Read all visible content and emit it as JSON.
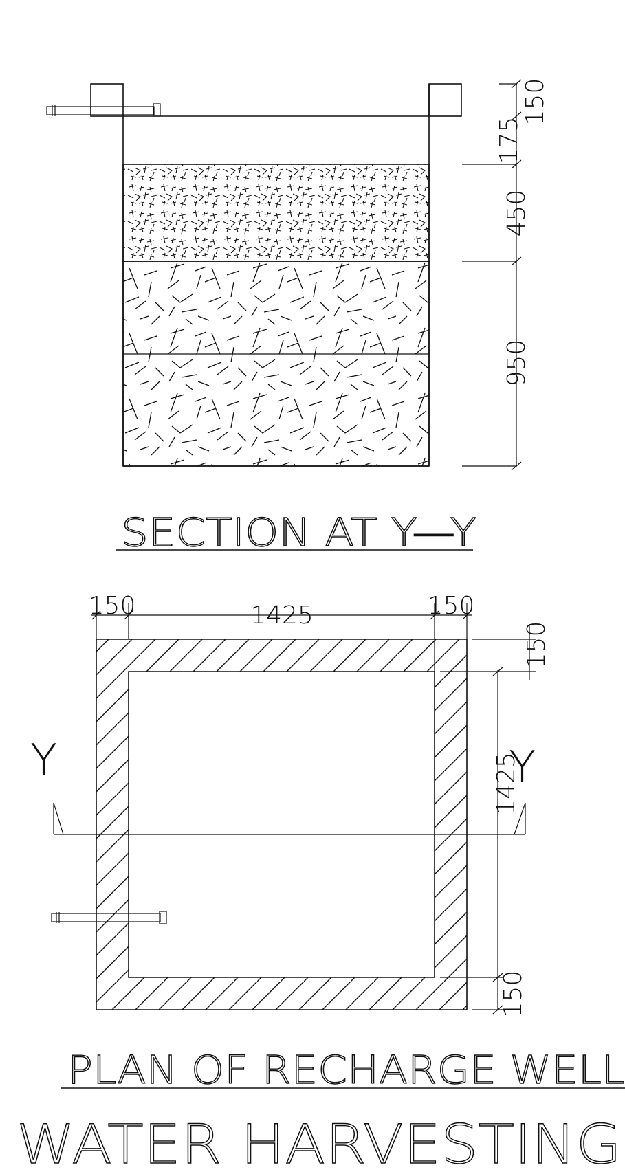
{
  "section": {
    "title": "SECTION AT Y—Y",
    "dims": {
      "d1": "150",
      "d2": "175",
      "d3": "450",
      "d4": "950"
    }
  },
  "plan": {
    "title": "PLAN OF RECHARGE WELL",
    "dims": {
      "top_left": "150",
      "top_mid": "1425",
      "top_right": "150",
      "right_top": "150",
      "right_mid": "1425",
      "right_bottom": "150"
    },
    "section_marker": "Y"
  },
  "main_title": "WATER HARVESTING"
}
